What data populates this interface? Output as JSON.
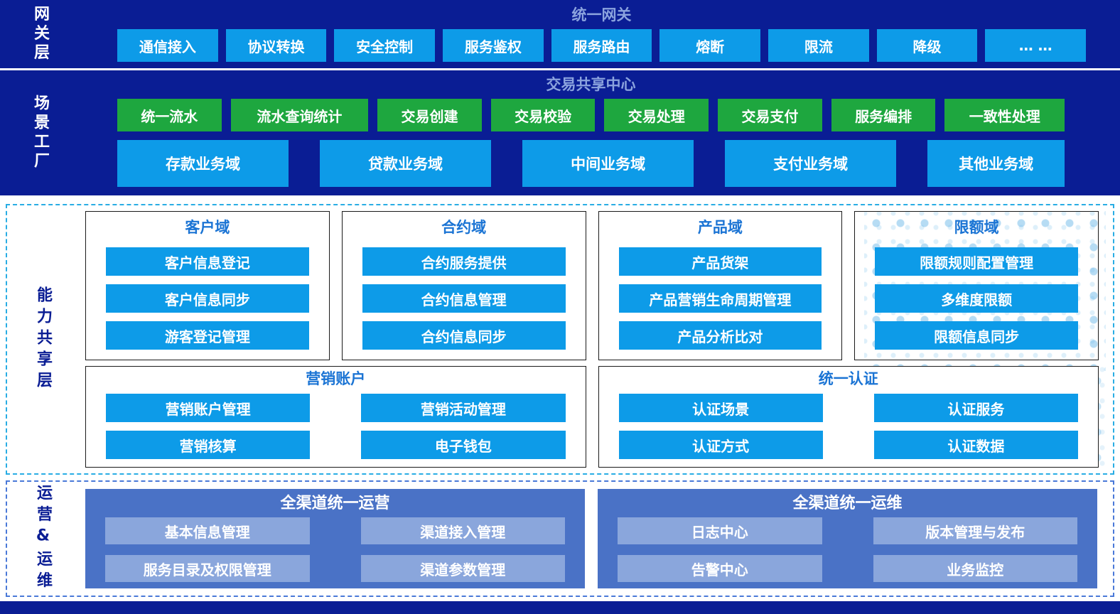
{
  "colors": {
    "navy": "#0a1d94",
    "bright_blue": "#0d9be8",
    "green": "#1ea73f",
    "ops_blue": "#4a72c6",
    "ops_light_blue": "#8aa6dc",
    "title_on_navy": "#8ba3de",
    "domain_title_blue": "#1b74d4",
    "dashed_cyan": "#29ade4",
    "dashed_blue": "#4a79d8"
  },
  "gateway": {
    "layer_label": "网关层",
    "title": "统一网关",
    "items": [
      "通信接入",
      "协议转换",
      "安全控制",
      "服务鉴权",
      "服务路由",
      "熔断",
      "限流",
      "降级",
      "… …"
    ]
  },
  "scene_factory": {
    "layer_label": "场景工厂",
    "title": "交易共享中心",
    "services": [
      "统一流水",
      "流水查询统计",
      "交易创建",
      "交易校验",
      "交易处理",
      "交易支付",
      "服务编排",
      "一致性处理"
    ],
    "domains": [
      "存款业务域",
      "贷款业务域",
      "中间业务域",
      "支付业务域",
      "其他业务域"
    ]
  },
  "capability_layer": {
    "layer_label": "能力共享层",
    "groups": [
      {
        "title": "客户域",
        "items": [
          "客户信息登记",
          "客户信息同步",
          "游客登记管理"
        ]
      },
      {
        "title": "合约域",
        "items": [
          "合约服务提供",
          "合约信息管理",
          "合约信息同步"
        ]
      },
      {
        "title": "产品域",
        "items": [
          "产品货架",
          "产品营销生命周期管理",
          "产品分析比对"
        ]
      },
      {
        "title": "限额域",
        "items": [
          "限额规则配置管理",
          "多维度限额",
          "限额信息同步"
        ]
      }
    ],
    "wide_groups": [
      {
        "title": "营销账户",
        "items": [
          "营销账户管理",
          "营销活动管理",
          "营销核算",
          "电子钱包"
        ]
      },
      {
        "title": "统一认证",
        "items": [
          "认证场景",
          "认证服务",
          "认证方式",
          "认证数据"
        ]
      }
    ]
  },
  "ops_layer": {
    "layer_label": "运营&运维",
    "groups": [
      {
        "title": "全渠道统一运营",
        "items": [
          "基本信息管理",
          "渠道接入管理",
          "服务目录及权限管理",
          "渠道参数管理"
        ]
      },
      {
        "title": "全渠道统一运维",
        "items": [
          "日志中心",
          "版本管理与发布",
          "告警中心",
          "业务监控"
        ]
      }
    ]
  }
}
